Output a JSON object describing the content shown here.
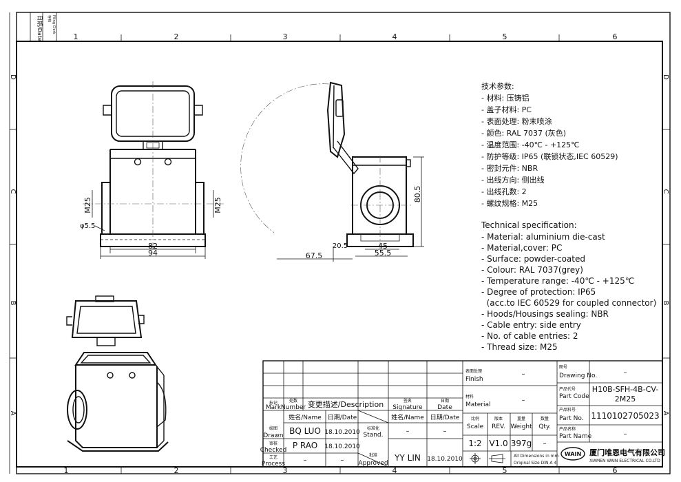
{
  "sheet": {
    "col_labels": [
      "1",
      "2",
      "3",
      "4",
      "5",
      "6"
    ],
    "row_labels_right": [
      "D",
      "C",
      "B",
      "A"
    ],
    "row_labels_left": [
      "D",
      "C",
      "B",
      "A"
    ],
    "margin_left": {
      "date": "日期/Date",
      "filing_cn": "存档",
      "filing_en": "Filing Clerk"
    }
  },
  "dimensions": {
    "front_m25_left": "M25",
    "front_m25_right": "M25",
    "front_hole": "φ5.5",
    "front_w1": "82",
    "front_w2": "94",
    "side_h": "80.5",
    "side_w_small": "20.5",
    "side_w1": "45",
    "side_w2": "55.5",
    "side_w3": "67.5"
  },
  "spec_cn": {
    "title": "技术参数:",
    "lines": [
      "- 材料: 压铸铝",
      "- 盖子材料: PC",
      "- 表面处理: 粉末喷涂",
      "- 颜色: RAL 7037 (灰色)",
      "- 温度范围: -40℃ - +125℃",
      "- 防护等级: IP65 (联锁状态,IEC 60529)",
      "- 密封元件: NBR",
      "- 出线方向: 侧出线",
      "- 出线孔数: 2",
      "- 螺纹规格: M25"
    ]
  },
  "spec_en": {
    "title": "Technical specification:",
    "lines": [
      "- Material: aluminium die-cast",
      "- Material,cover: PC",
      "- Surface: powder-coated",
      "- Colour: RAL 7037(grey)",
      "- Temperature range: -40℃ - +125℃",
      "- Degree of protection: IP65",
      "  (acc.to IEC 60529 for coupled connector)",
      "- Hoods/Housings sealing: NBR",
      "- Cable entry: side entry",
      "- No. of cable entries: 2",
      "- Thread size: M25"
    ]
  },
  "title_block": {
    "mark_cn": "标记",
    "mark_en": "Mark",
    "number_cn": "处数",
    "number_en": "Number",
    "description": "变更描述/Description",
    "signature_cn": "签名",
    "signature_en": "Signature",
    "date_cn": "日期",
    "date_en": "Date",
    "name_header": "姓名/Name",
    "date_header": "日期/Date",
    "standard_cn": "标准化",
    "standard_en": "Stand.",
    "name_header2": "姓名/Name",
    "date_header2": "日期/Date",
    "drawn_cn": "绘图",
    "drawn_en": "Drawn",
    "checked_cn": "审核",
    "checked_en": "Checked",
    "process_cn": "工艺",
    "process_en": "Process",
    "approved_cn": "批准",
    "approved_en": "Approved",
    "drawn_name": "BQ LUO",
    "drawn_date": "18.10.2010",
    "checked_name": "P RAO",
    "checked_date": "18.10.2010",
    "process_name": "–",
    "process_date": "–",
    "stand_dash": "–",
    "stand_date_dash": "–",
    "approved_name": "YY LIN",
    "approved_date": "18.10.2010",
    "finish_cn": "表面处理",
    "finish_en": "Finish",
    "finish_val": "–",
    "material_cn": "材料",
    "material_en": "Material",
    "material_val": "–",
    "scale_cn": "比例",
    "scale_en": "Scale",
    "scale_val": "1:2",
    "rev_cn": "版本",
    "rev_en": "REV.",
    "rev_val": "V1.0",
    "weight_cn": "重量",
    "weight_en": "Weight",
    "weight_val": "397g",
    "qty_cn": "数量",
    "qty_en": "Qty.",
    "qty_val": "–",
    "dim_note1": "All Dimensions in mm",
    "dim_note2": "Original Size DIN A 4",
    "drawing_no_cn": "图号",
    "drawing_no_en": "Drawing No.",
    "drawing_no_val": "–",
    "part_code_cn": "产品代号",
    "part_code_en": "Part Code",
    "part_code_val1": "H10B-SFH-4B-CV-",
    "part_code_val2": "2M25",
    "part_no_cn": "产品料号",
    "part_no_en": "Part No.",
    "part_no_val": "1110102705023",
    "part_name_cn": "产品名称",
    "part_name_en": "Part Name",
    "part_name_val": "–",
    "logo_text": "WAIN",
    "company_cn": "厦门唯恩电气有限公司",
    "company_en": "XIAMEN WAIN ELECTRICAL CO.LTD"
  }
}
